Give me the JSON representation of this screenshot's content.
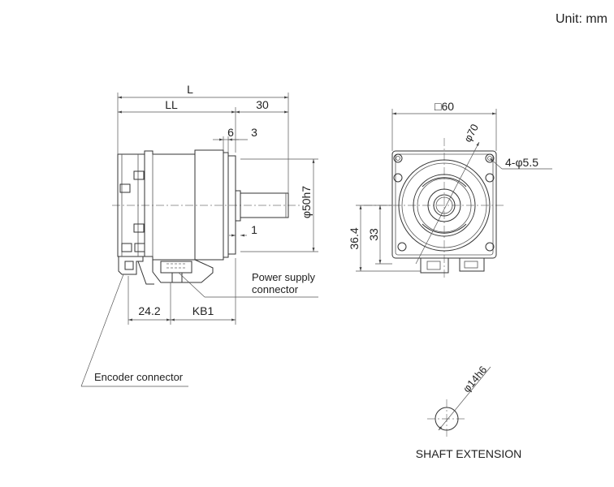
{
  "unit_label": "Unit: mm",
  "side_view": {
    "dim_L": "L",
    "dim_LL": "LL",
    "dim_30": "30",
    "dim_6": "6",
    "dim_3": "3",
    "dim_1": "1",
    "dim_flange_dia": "φ50h7",
    "dim_24_2": "24.2",
    "dim_KB1": "KB1",
    "power_connector_line1": "Power supply",
    "power_connector_line2": "connector",
    "encoder_connector": "Encoder connector"
  },
  "front_view": {
    "dim_square": "□60",
    "dim_pcd": "φ70",
    "dim_holes": "4-φ5.5",
    "dim_36_4": "36.4",
    "dim_33": "33"
  },
  "shaft_view": {
    "dim_shaft": "φ14h6",
    "title": "SHAFT EXTENSION"
  }
}
